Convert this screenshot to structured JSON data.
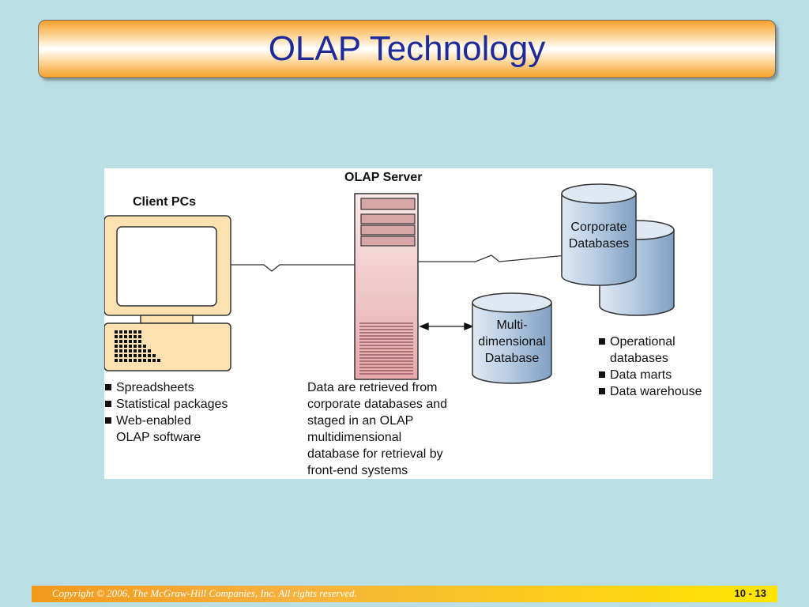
{
  "slide": {
    "title": "OLAP Technology",
    "footer_copyright": "Copyright © 2006, The McGraw-Hill Companies, Inc. All rights reserved.",
    "page_number": "10 - 13"
  },
  "diagram": {
    "client_pcs_label": "Client PCs",
    "olap_server_label": "OLAP Server",
    "client_features": [
      "Spreadsheets",
      "Statistical packages",
      "Web-enabled",
      "OLAP software"
    ],
    "server_description": [
      "Data are retrieved from",
      "corporate databases and",
      "staged in an OLAP",
      "multidimensional",
      "database for retrieval by",
      "front-end systems"
    ],
    "corporate_db_label": [
      "Corporate",
      "Databases"
    ],
    "multidim_db_label": [
      "Multi-",
      "dimensional",
      "Database"
    ],
    "source_types": [
      "Operational",
      "databases",
      "Data marts",
      "Data warehouse"
    ]
  },
  "colors": {
    "background": "#b9dfe4",
    "title_text": "#1f2a99",
    "pc_fill": "#fde1b0",
    "server_fill": "#f6d2d2",
    "server_stripe": "#b4737a",
    "db_fill": "#9fb9d5"
  }
}
